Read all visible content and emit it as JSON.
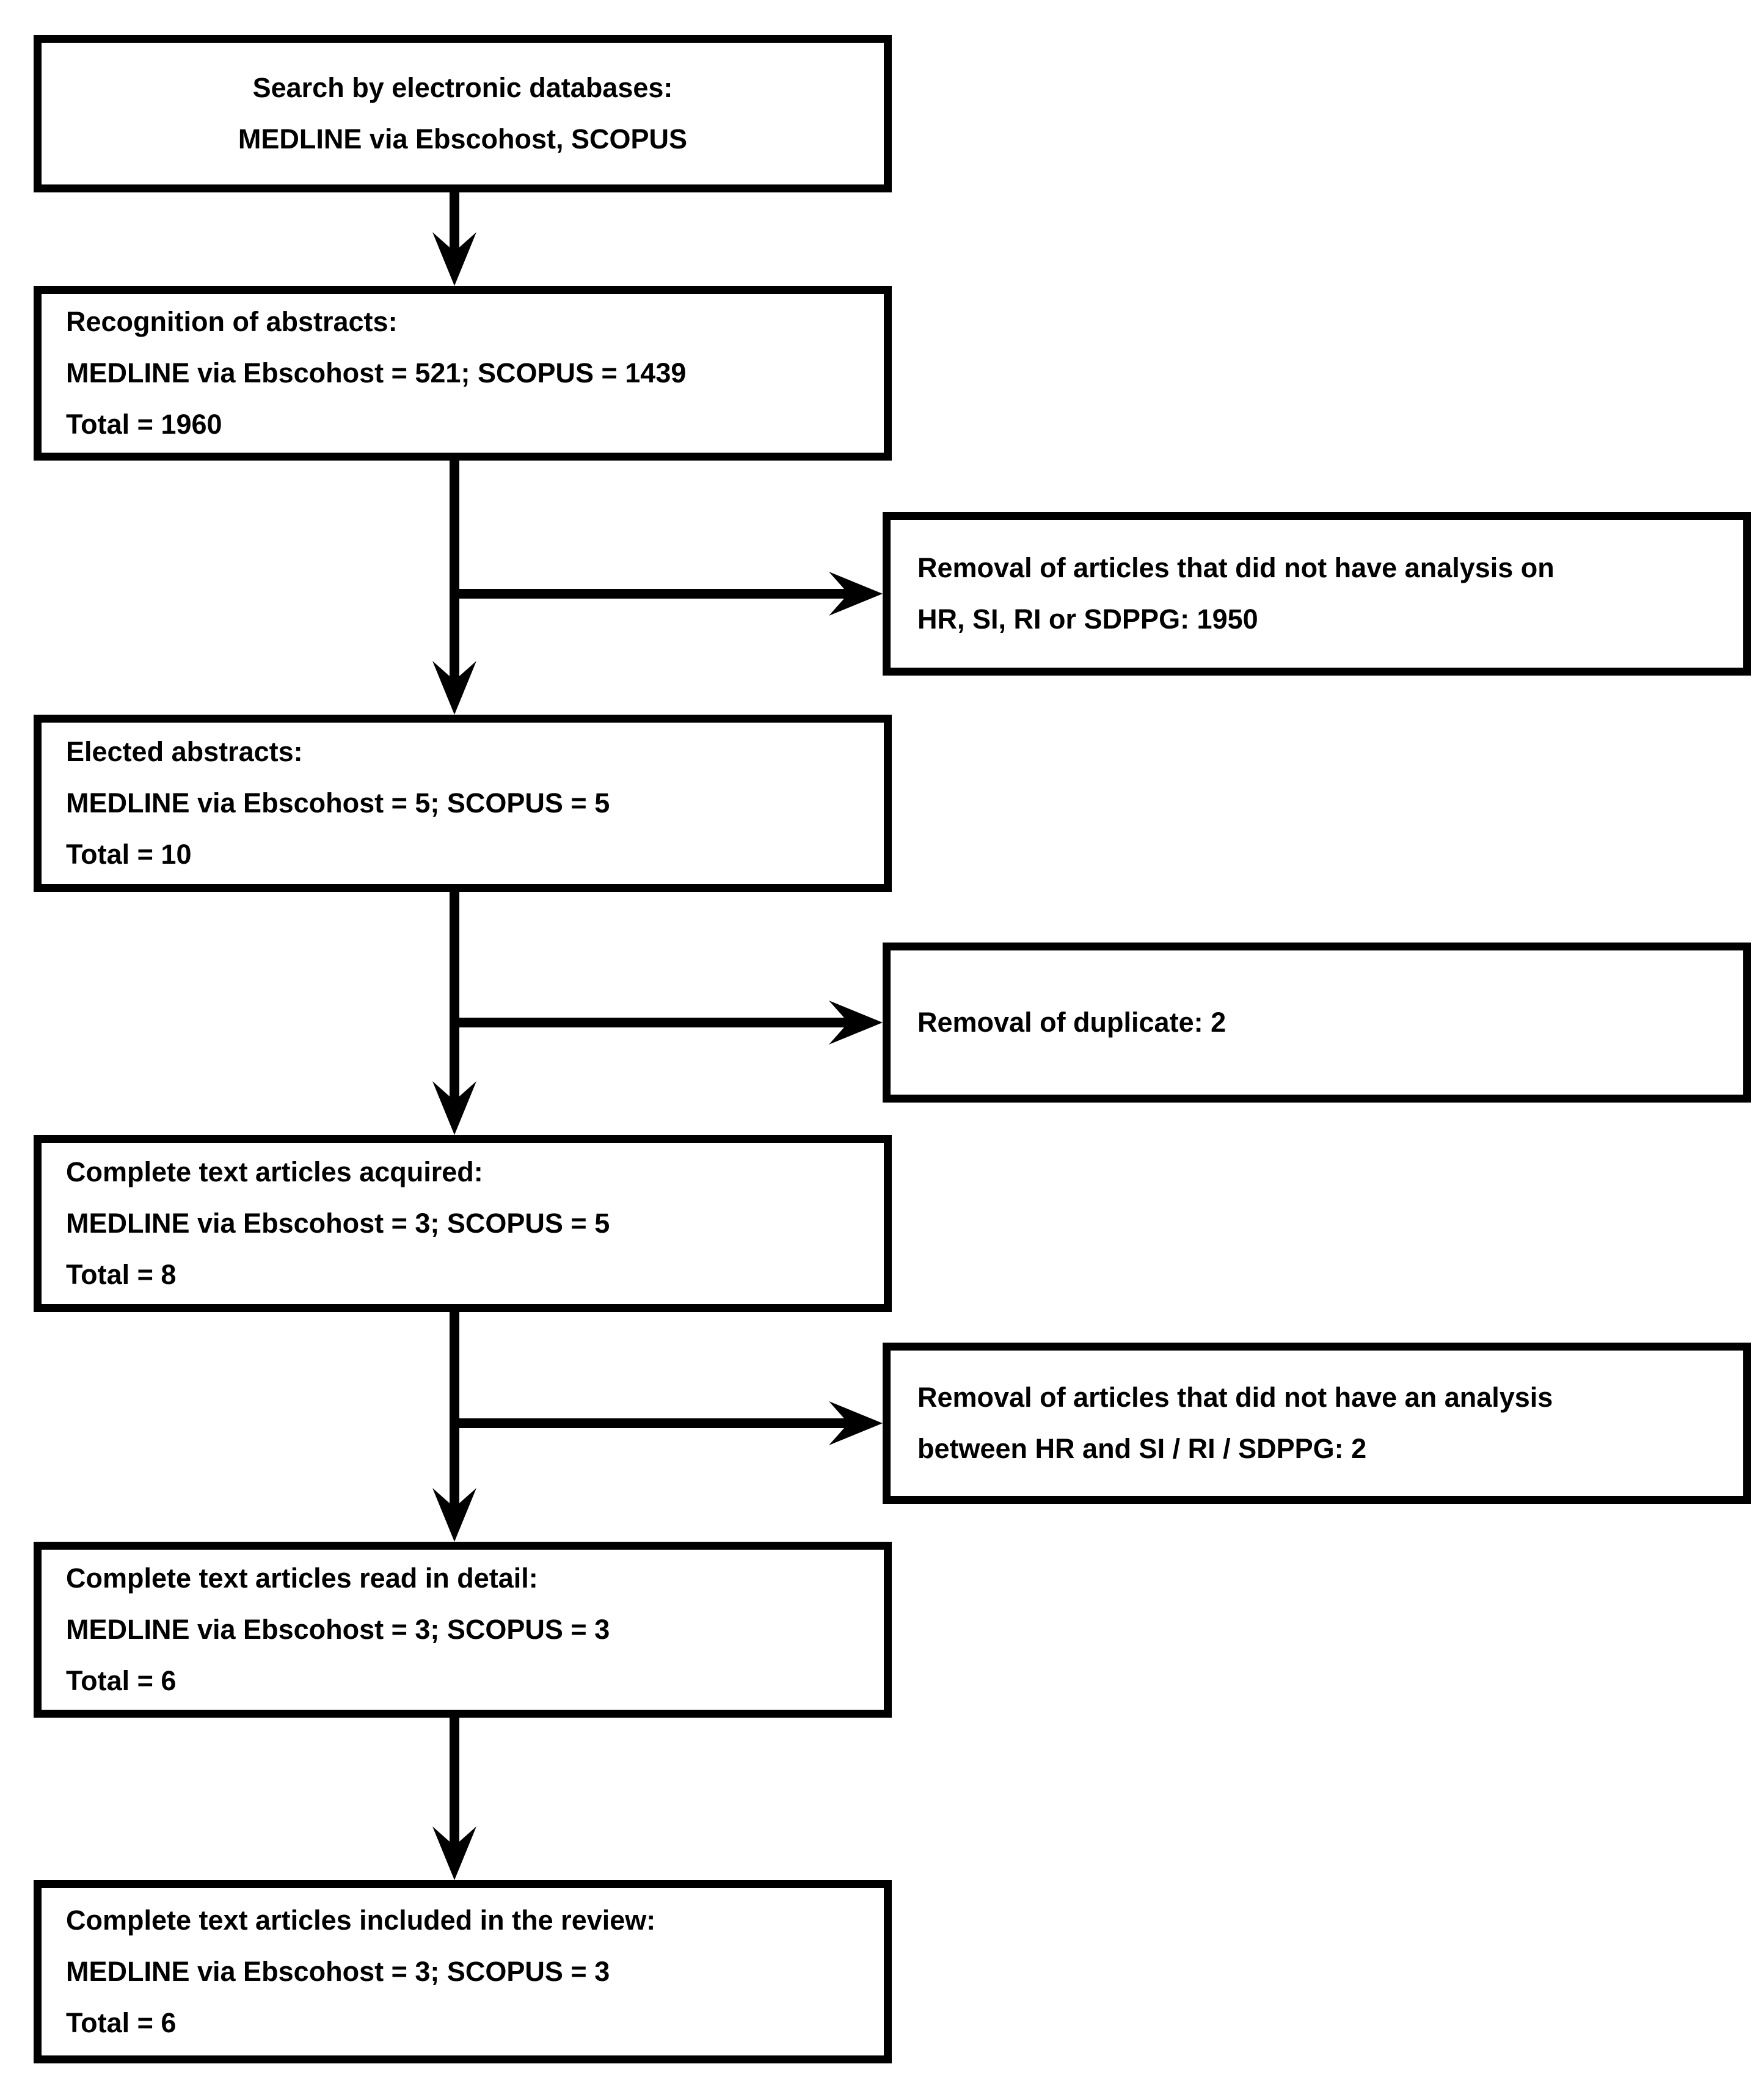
{
  "flow": {
    "boxes": [
      {
        "id": "search",
        "lines": [
          "Search by electronic databases:",
          "MEDLINE via Ebscohost, SCOPUS"
        ]
      },
      {
        "id": "recognition",
        "lines": [
          "Recognition of abstracts:",
          "MEDLINE via Ebscohost = 521; SCOPUS = 1439",
          "Total = 1960"
        ]
      },
      {
        "id": "elected",
        "lines": [
          "Elected abstracts:",
          "MEDLINE via Ebscohost = 5; SCOPUS = 5",
          "Total = 10"
        ]
      },
      {
        "id": "acquired",
        "lines": [
          "Complete text articles acquired:",
          "MEDLINE via Ebscohost = 3; SCOPUS = 5",
          "Total = 8"
        ]
      },
      {
        "id": "read",
        "lines": [
          "Complete text articles read in detail:",
          "MEDLINE via Ebscohost = 3; SCOPUS = 3",
          "Total = 6"
        ]
      },
      {
        "id": "included",
        "lines": [
          "Complete text articles included in the review:",
          "MEDLINE via Ebscohost = 3; SCOPUS = 3",
          "Total = 6"
        ]
      }
    ],
    "exclusions": [
      {
        "id": "exclusion-no-analysis",
        "lines": [
          "Removal of articles that did not have analysis on",
          "HR, SI, RI or SDPPG: 1950"
        ]
      },
      {
        "id": "exclusion-duplicate",
        "lines": [
          "Removal of duplicate: 2"
        ]
      },
      {
        "id": "exclusion-no-hr-analysis",
        "lines": [
          "Removal of articles that did not have an analysis",
          "between HR and SI / RI / SDPPG: 2"
        ]
      }
    ],
    "colors": {
      "line": "#000000",
      "box_border": "#000000",
      "background": "#ffffff",
      "text": "#000000"
    }
  }
}
